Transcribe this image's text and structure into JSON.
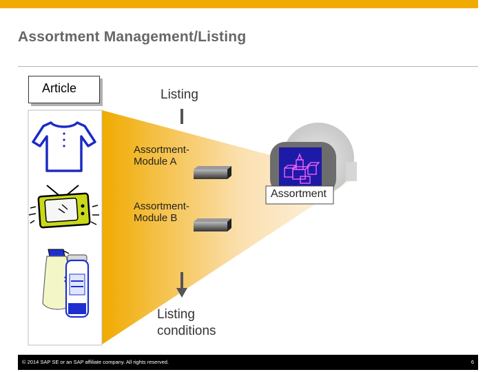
{
  "slide": {
    "title": "Assortment Management/Listing"
  },
  "diagram": {
    "article_label": "Article",
    "listing_label": "Listing",
    "module_a": "Assortment-Module A",
    "module_b": "Assortment-Module B",
    "assortment_label": "Assortment",
    "listing_conditions": "Listing conditions"
  },
  "icons": [
    "shirt-icon",
    "television-icon",
    "cleaning-bottles-icon",
    "buildings-icon"
  ],
  "colors": {
    "topbar": "#f0ab00",
    "funnel_light": "#fdf6ea",
    "funnel_dark": "#f0ab00",
    "assortment_box": "#1e1aa8"
  },
  "footer": {
    "copyright": "© 2014 SAP SE or an SAP affiliate company. All rights reserved.",
    "page_number": "6"
  }
}
